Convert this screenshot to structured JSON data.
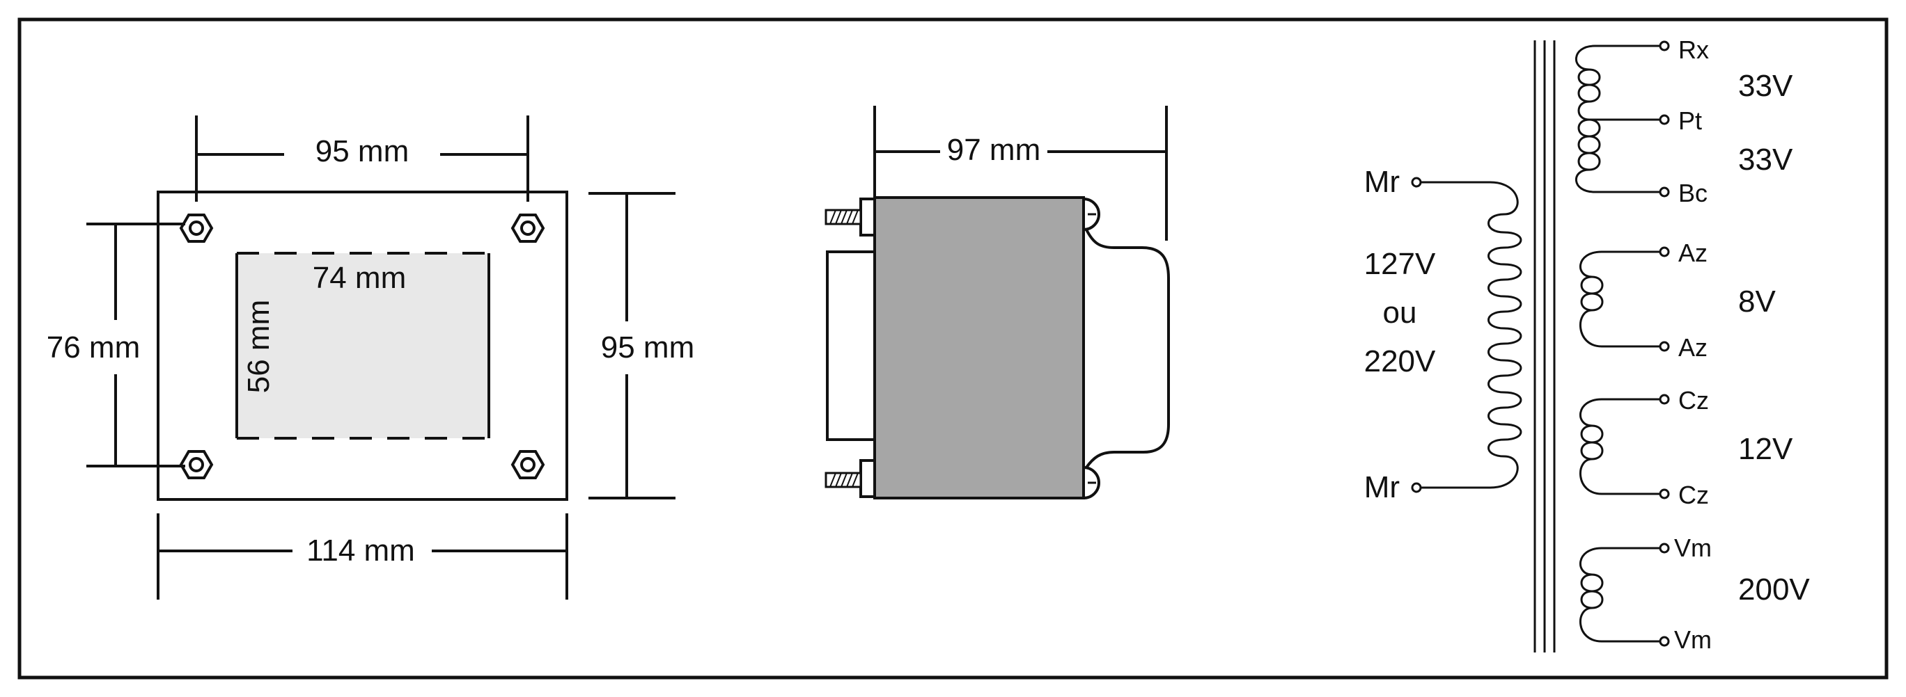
{
  "top_view": {
    "hole_spacing_width": "95 mm",
    "hole_spacing_height": "76 mm",
    "window_width": "74 mm",
    "window_height": "56 mm",
    "overall_height": "95 mm",
    "overall_width": "114 mm"
  },
  "side_view": {
    "depth": "97 mm"
  },
  "schematic": {
    "primary": {
      "terminal_top": "Mr",
      "terminal_bottom": "Mr",
      "voltage_line1": "127V",
      "voltage_line2": "ou",
      "voltage_line3": "220V"
    },
    "secondaries": {
      "w1_top_terminal": "Rx",
      "w1_center_terminal": "Pt",
      "w1_bottom_terminal": "Bc",
      "w1_upper_voltage": "33V",
      "w1_lower_voltage": "33V",
      "w2_top_terminal": "Az",
      "w2_bottom_terminal": "Az",
      "w2_voltage": "8V",
      "w3_top_terminal": "Cz",
      "w3_bottom_terminal": "Cz",
      "w3_voltage": "12V",
      "w4_top_terminal": "Vm",
      "w4_bottom_terminal": "Vm",
      "w4_voltage": "200V"
    }
  },
  "colors": {
    "line": "#111111",
    "core_fill": "#a6a6a6",
    "window_fill": "#e8e8e8",
    "background": "#ffffff"
  }
}
